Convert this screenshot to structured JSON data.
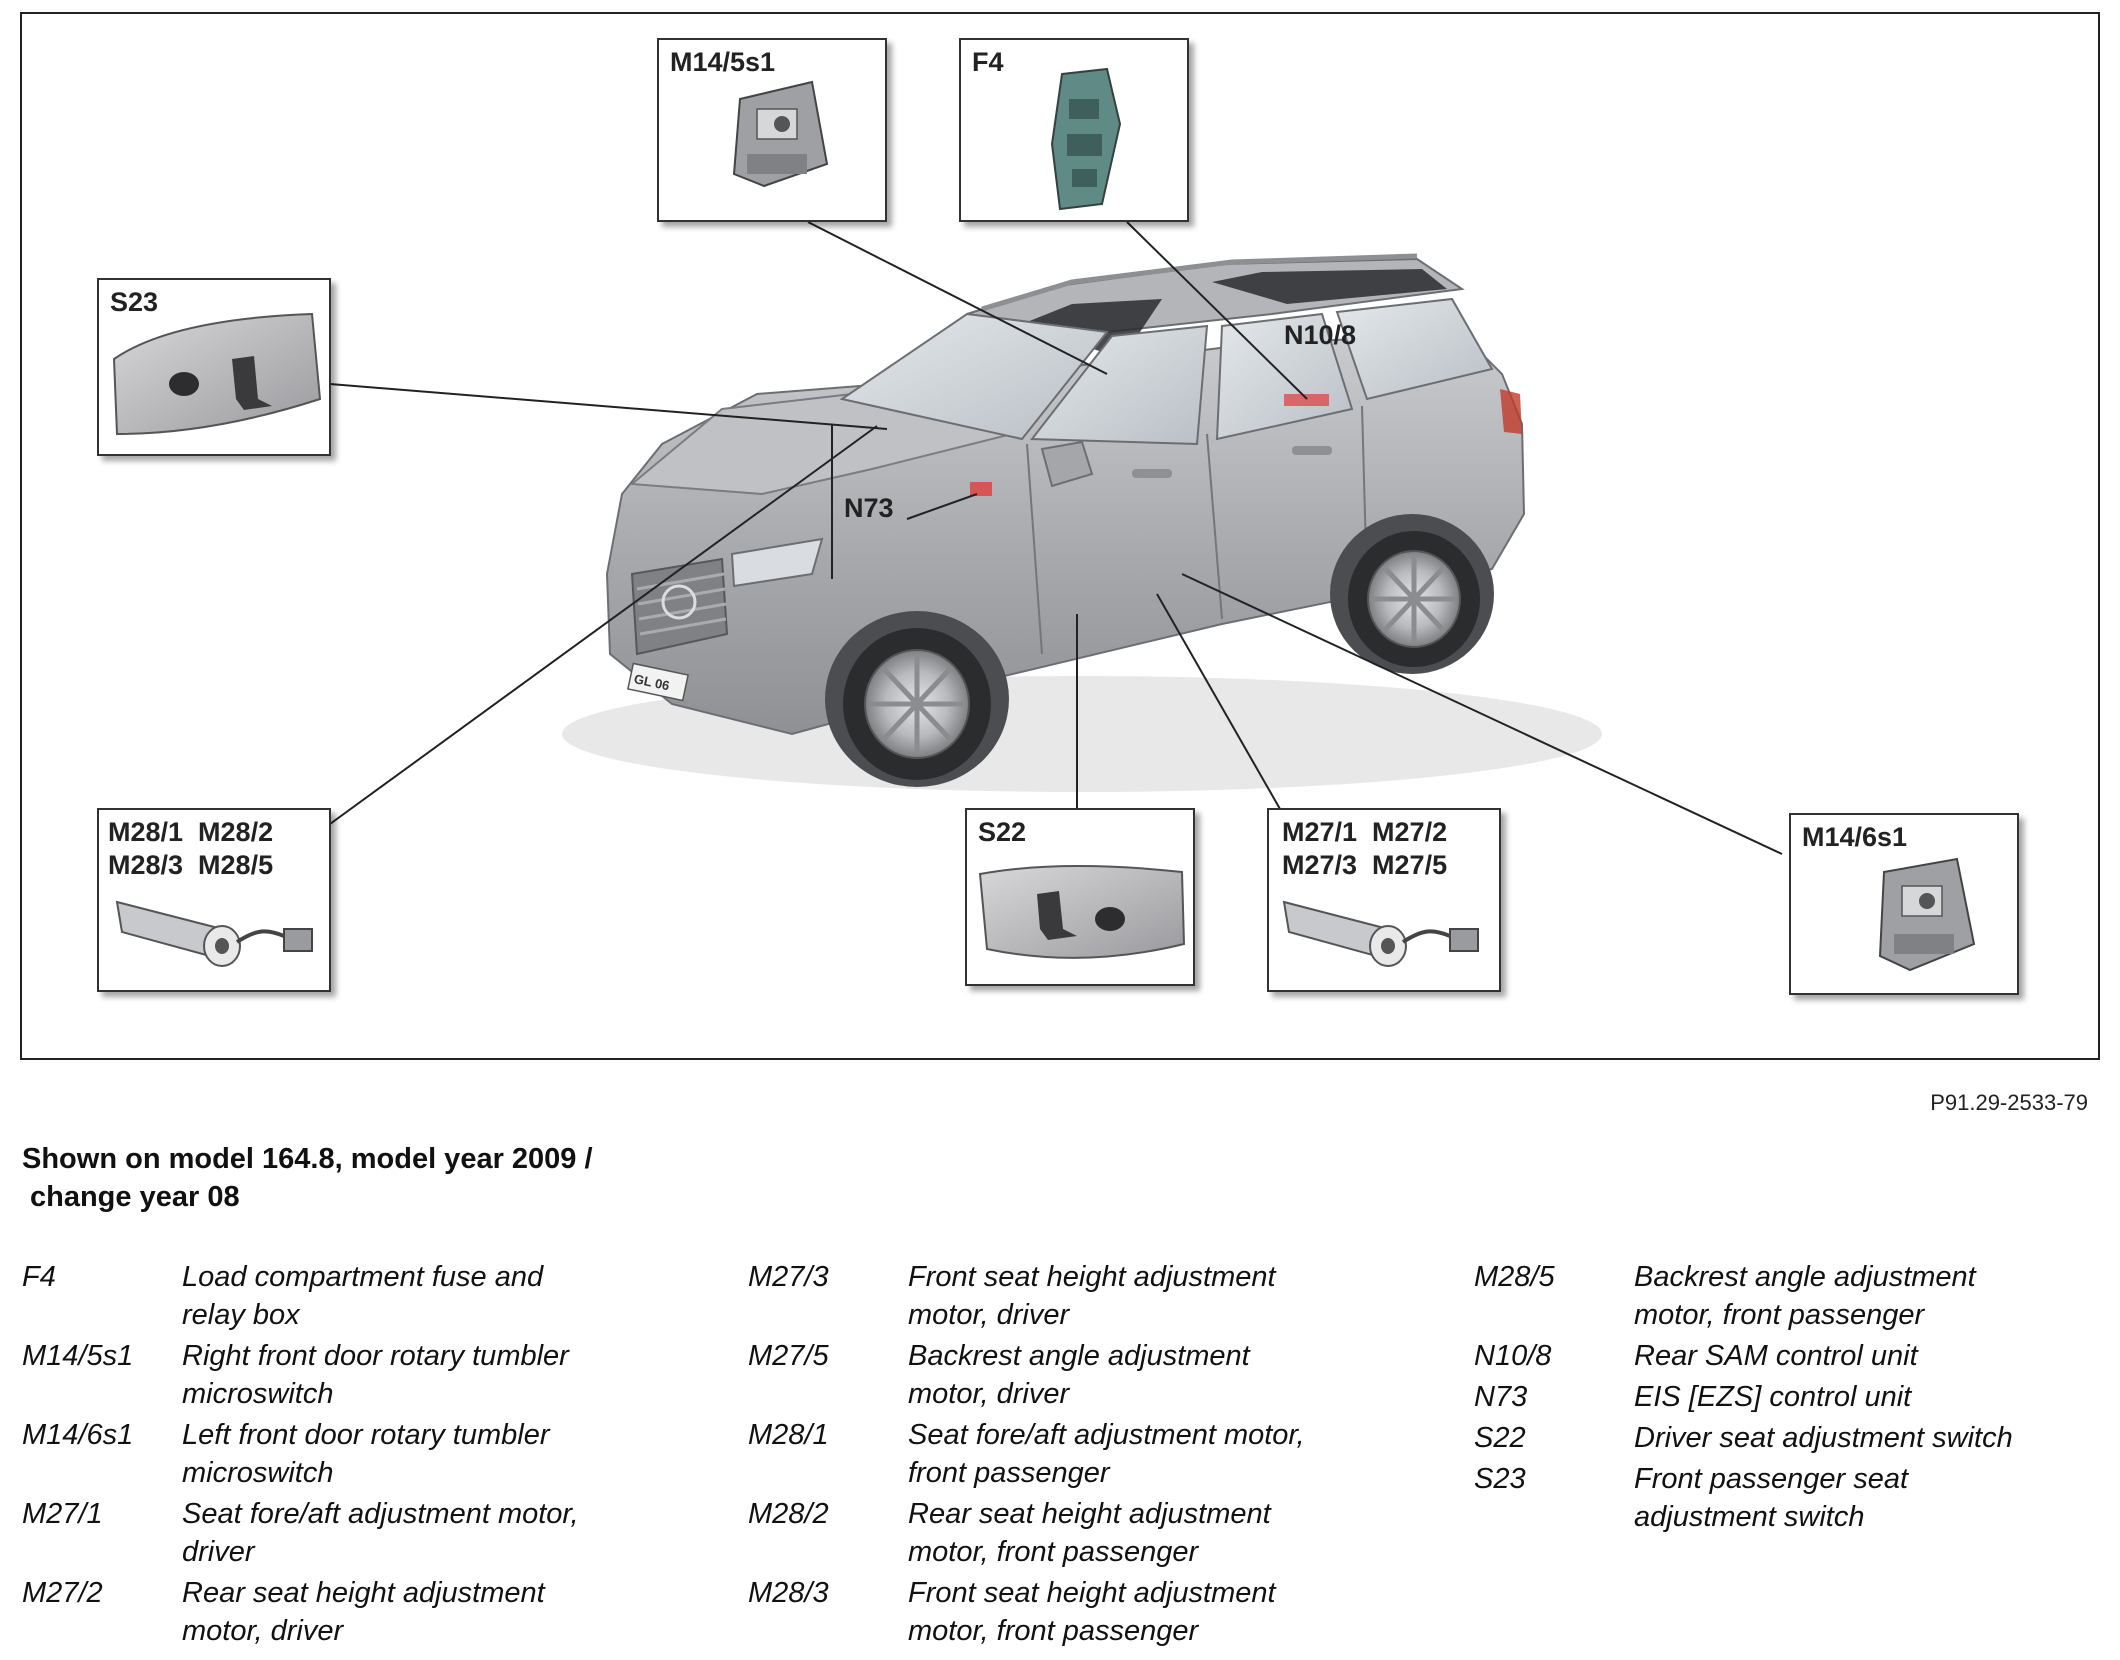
{
  "figure_code": "P91.29-2533-79",
  "caption": [
    "Shown on model 164.8, model year 2009 /",
    "change year 08"
  ],
  "callouts": {
    "m14_5s1": "M14/5s1",
    "f4": "F4",
    "s23": "S23",
    "n10_8": "N10/8",
    "n73": "N73",
    "m28_line1": "M28/1  M28/2",
    "m28_line2": "M28/3  M28/5",
    "s22": "S22",
    "m27_line1": "M27/1  M27/2",
    "m27_line2": "M27/3  M27/5",
    "m14_6s1": "M14/6s1",
    "plate": "GL 06"
  },
  "legend": {
    "col1": [
      {
        "code": "F4",
        "desc": [
          "Load compartment fuse and",
          "relay box"
        ]
      },
      {
        "code": "M14/5s1",
        "desc": [
          "Right front door rotary tumbler",
          "microswitch"
        ]
      },
      {
        "code": "M14/6s1",
        "desc": [
          "Left front door rotary tumbler",
          "microswitch"
        ]
      },
      {
        "code": "M27/1",
        "desc": [
          "Seat fore/aft adjustment motor,",
          "driver"
        ]
      },
      {
        "code": "M27/2",
        "desc": [
          "Rear seat height adjustment",
          "motor, driver"
        ]
      }
    ],
    "col2": [
      {
        "code": "M27/3",
        "desc": [
          "Front seat height adjustment",
          "motor, driver"
        ]
      },
      {
        "code": "M27/5",
        "desc": [
          "Backrest angle adjustment",
          "motor, driver"
        ]
      },
      {
        "code": "M28/1",
        "desc": [
          "Seat fore/aft adjustment motor,",
          "front passenger"
        ]
      },
      {
        "code": "M28/2",
        "desc": [
          "Rear seat height adjustment",
          "motor, front passenger"
        ]
      },
      {
        "code": "M28/3",
        "desc": [
          "Front seat height adjustment",
          "motor, front passenger"
        ]
      }
    ],
    "col3": [
      {
        "code": "M28/5",
        "desc": [
          "Backrest angle adjustment",
          "motor, front passenger"
        ]
      },
      {
        "code": "N10/8",
        "desc": [
          "Rear SAM control unit"
        ]
      },
      {
        "code": "N73",
        "desc": [
          "EIS [EZS] control unit"
        ]
      },
      {
        "code": "S22",
        "desc": [
          "Driver seat adjustment switch"
        ]
      },
      {
        "code": "S23",
        "desc": [
          "Front passenger seat",
          "adjustment switch"
        ]
      }
    ]
  }
}
